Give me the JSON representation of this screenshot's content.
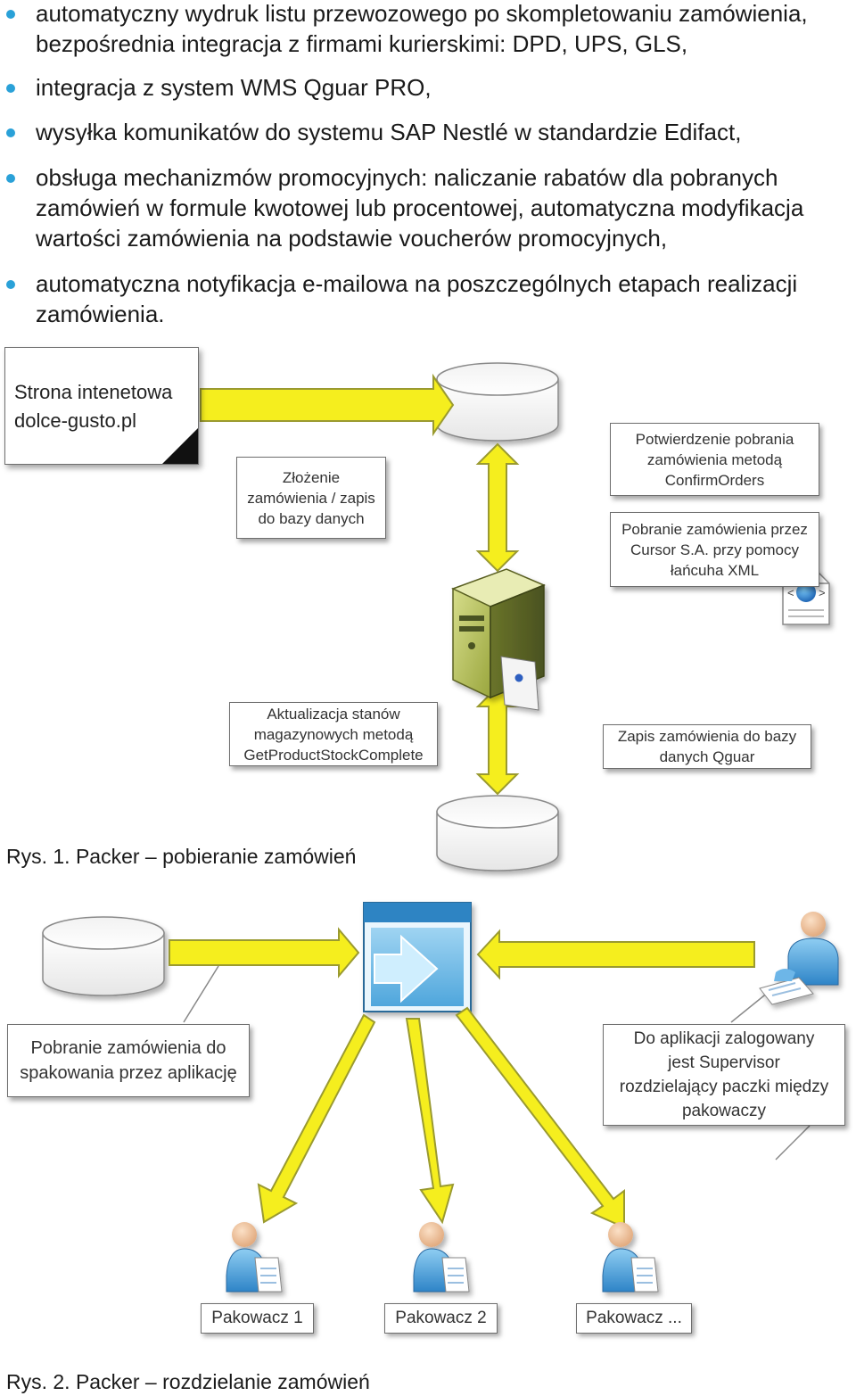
{
  "bullets": [
    {
      "text": "automatyczny wydruk listu przewozowego po skompletowaniu zamówienia, bezpośrednia integracja z firmami kurierskimi: DPD, UPS, GLS,"
    },
    {
      "text": "integracja z system WMS Qguar PRO,"
    },
    {
      "text": "wysyłka komunikatów do systemu SAP Nestlé w standardzie Edifact,"
    },
    {
      "text": "obsługa mechanizmów promocyjnych: naliczanie rabatów dla pobranych zamówień w formule kwotowej lub procentowej, automatyczna modyfikacja wartości zamówienia na podstawie voucherów promocyjnych,"
    },
    {
      "text": "automatyczna notyfikacja e-mailowa na poszczególnych etapach realizacji zamówienia."
    }
  ],
  "figure1": {
    "website_box": "Strona intenetowa\ndolce-gusto.pl",
    "order_box": "Złożenie\nzamówienia / zapis\ndo bazy danych",
    "confirm_box": "Potwierdzenie pobrania\nzamówienia metodą\nConfirmOrders",
    "download_box": "Pobranie zamówienia przez\nCursor S.A. przy pomocy\nłańcuha XML",
    "stock_box": "Aktualizacja stanów\nmagazynowych metodą\nGetProductStockComplete",
    "save_box": "Zapis zamówienia do bazy\ndanych Qguar",
    "caption": "Rys. 1. Packer – pobieranie zamówień"
  },
  "figure2": {
    "fetch_box": "Pobranie zamówienia do\nspakowania przez aplikację",
    "supervisor_box": "Do aplikacji zalogowany\njest Supervisor\nrozdzielający paczki między\npakowaczy",
    "packers": [
      "Pakowacz 1",
      "Pakowacz 2",
      "Pakowacz ..."
    ],
    "caption": "Rys. 2. Packer – rozdzielanie zamówień"
  },
  "colors": {
    "bullet": "#2aa1d8",
    "arrow_fill": "#f5ee1e",
    "arrow_stroke": "#9a9a30",
    "box_border": "#6e6e6e"
  }
}
